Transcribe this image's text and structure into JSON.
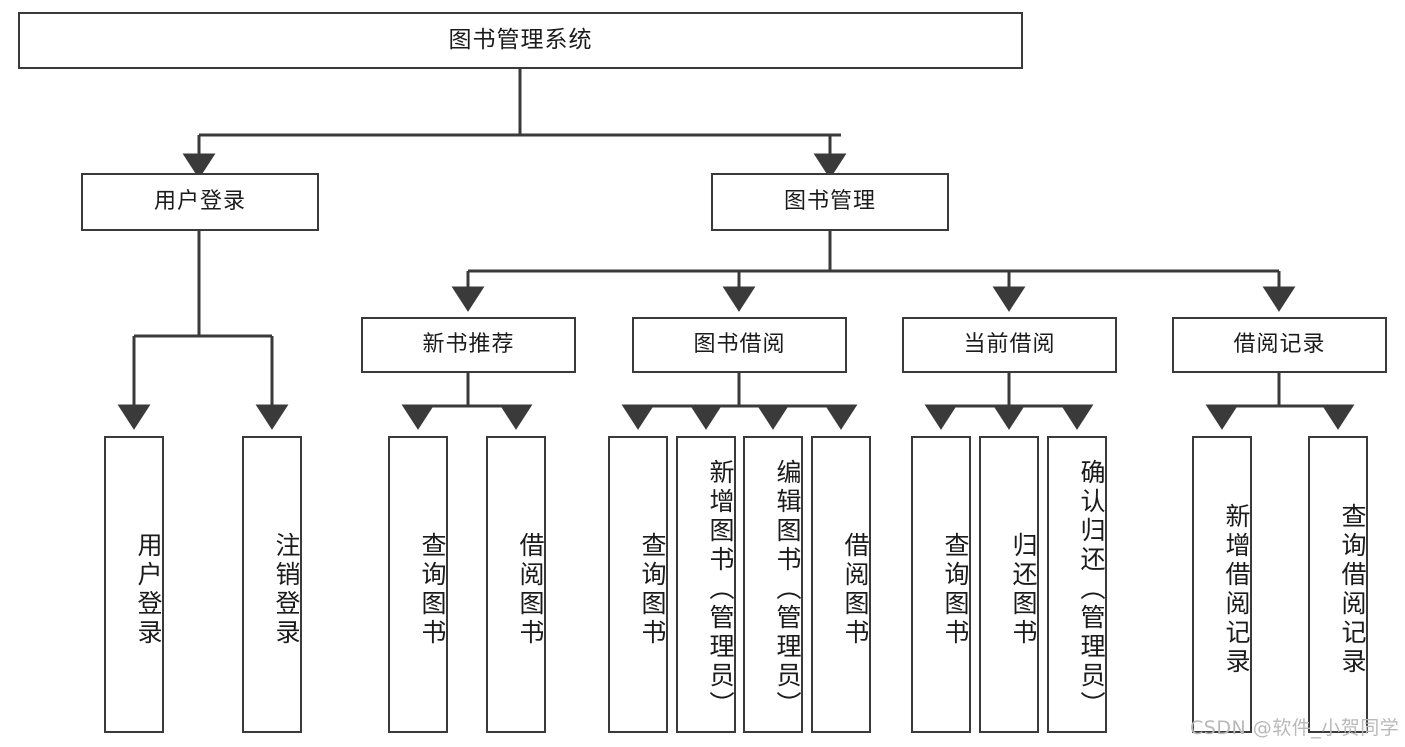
{
  "diagram": {
    "title_text": "图书管理系统",
    "type": "tree-hierarchy-diagram",
    "orientation": "top-down",
    "stroke_color": "#3a3a3a",
    "fill_color": "#ffffff",
    "text_color": "#1b1b1b"
  },
  "root": {
    "label": "图书管理系统"
  },
  "level2": [
    {
      "label": "用户登录"
    },
    {
      "label": "图书管理"
    }
  ],
  "level3": [
    {
      "label": "新书推荐"
    },
    {
      "label": "图书借阅"
    },
    {
      "label": "当前借阅"
    },
    {
      "label": "借阅记录"
    }
  ],
  "leaves": {
    "user_login": [
      {
        "label": "用户登录"
      },
      {
        "label": "注销登录"
      }
    ],
    "new_book_recommend": [
      {
        "label": "查询图书"
      },
      {
        "label": "借阅图书"
      }
    ],
    "book_borrow": [
      {
        "label": "查询图书"
      },
      {
        "label": "新增图书（管理员）"
      },
      {
        "label": "编辑图书（管理员）"
      },
      {
        "label": "借阅图书"
      }
    ],
    "current_borrow": [
      {
        "label": "查询图书"
      },
      {
        "label": "归还图书"
      },
      {
        "label": "确认归还（管理员）"
      }
    ],
    "borrow_record": [
      {
        "label": "新增借阅记录"
      },
      {
        "label": "查询借阅记录"
      }
    ]
  },
  "watermark": {
    "text": "CSDN @软件_小贺同学"
  }
}
